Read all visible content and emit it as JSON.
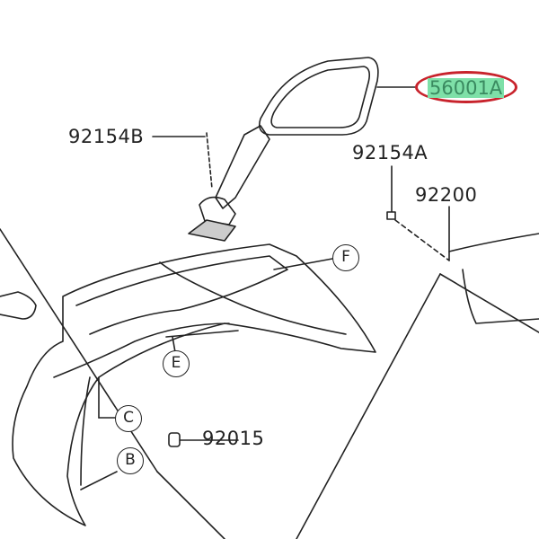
{
  "diagram": {
    "highlighted_part": "56001A",
    "highlight_color": "#7ee0a8",
    "highlight_ring_color": "#c8232c",
    "part_labels": [
      "92154B",
      "92154A",
      "92200",
      "92015"
    ],
    "callouts": [
      "F",
      "E",
      "C",
      "B"
    ]
  }
}
